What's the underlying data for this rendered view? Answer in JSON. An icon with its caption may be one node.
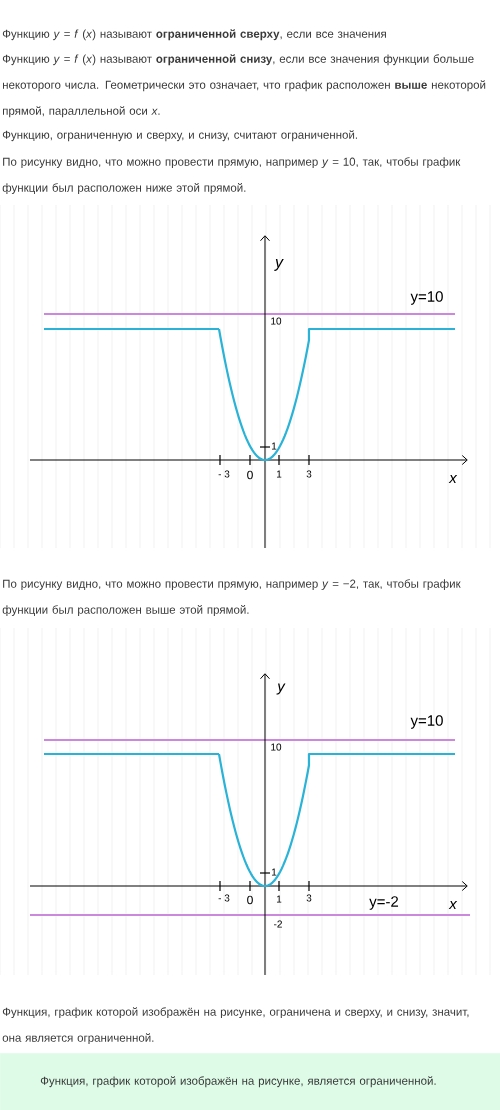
{
  "diagram": {
    "nodes": [
      {
        "text": [
          "Функция, график которой изображён на рисунке, является ограниченной."
        ]
      }
    ],
    "labels": [
      "Функцию *y* = *f* (*x*) называют **ограниченной сверху**, если все значения",
      "Функцию *y* = *f* (*x*) называют **ограниченной снизу**, если все значения функции больше некоторого числа. Геометрически это означает, что график расположен **выше** некоторой прямой, параллельной оси *x*.",
      "Функцию, ограниченную и сверху, и снизу, считают ограниченной.",
      "По рисунку видно, что можно провести прямую, например *y* = 10, так, чтобы график функции был расположен ниже этой прямой.",
      "y",
      "y=10",
      "10",
      "1",
      "- 3",
      "0",
      "1",
      "3",
      "x",
      "По рисунку видно, что можно провести прямую, например *y* = −2, так, чтобы график функции был расположен выше этой прямой.",
      "y",
      "y=10",
      "10",
      "1",
      "- 3",
      "0",
      "1",
      "3",
      "y=-2",
      "x",
      "-2",
      "Функция, график которой изображён на рисунке, ограничена и сверху, и снизу, значит, она является ограниченной."
    ]
  }
}
